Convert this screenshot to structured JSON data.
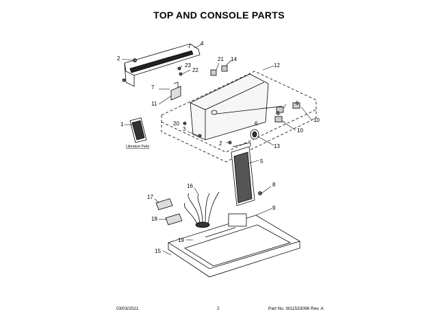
{
  "title": "TOP AND CONSOLE PARTS",
  "callouts": [
    "1",
    "2",
    "2",
    "3",
    "4",
    "5",
    "6",
    "6",
    "6",
    "7",
    "8",
    "9",
    "10",
    "10",
    "11",
    "12",
    "13",
    "14",
    "15",
    "16",
    "17",
    "18",
    "19",
    "20",
    "21",
    "22",
    "23"
  ],
  "literature_label": "Literature Parts",
  "footer": {
    "date": "03/03/2021",
    "page": "2",
    "part_no": "Part No.  W11533096  Rev. A"
  }
}
